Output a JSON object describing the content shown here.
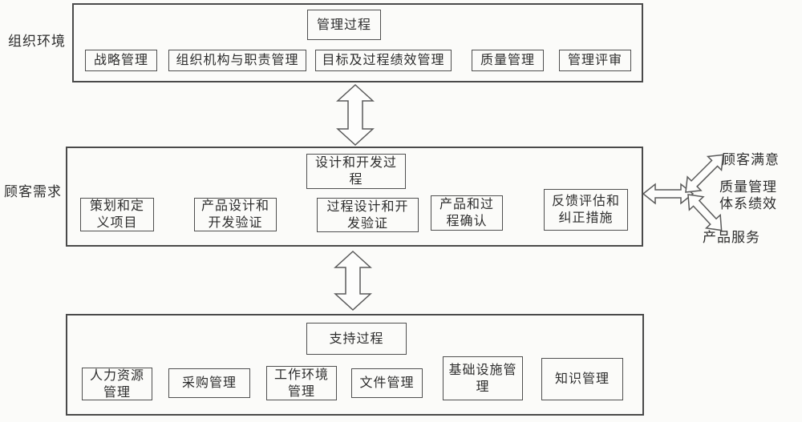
{
  "side_labels": {
    "organization_environment": "组织环境",
    "customer_requirements": "顾客需求"
  },
  "sections": {
    "management": {
      "title": "管理过程",
      "items": [
        "战略管理",
        "组织机构与职责管理",
        "目标及过程绩效管理",
        "质量管理",
        "管理评审"
      ]
    },
    "design_development": {
      "title": "设计和开发过\n程",
      "items": [
        "策划和定\n义项目",
        "产品设计和\n开发验证",
        "过程设计和开\n发验证",
        "产品和过\n程确认",
        "反馈评估和\n纠正措施"
      ]
    },
    "support": {
      "title": "支持过程",
      "items": [
        "人力资源\n管理",
        "采购管理",
        "工作环境\n管理",
        "文件管理",
        "基础设施管\n理",
        "知识管理"
      ]
    }
  },
  "outputs": {
    "customer_satisfaction": "顾客满意",
    "qms_performance": "质量管理\n体系绩效",
    "product_service": "产品服务"
  },
  "colors": {
    "background": "#fbfbf9",
    "box_border": "#4a4a4a",
    "text": "#2d2d2d",
    "arrow_fill": "#fdfdfc",
    "arrow_stroke": "#5a5a5a"
  }
}
